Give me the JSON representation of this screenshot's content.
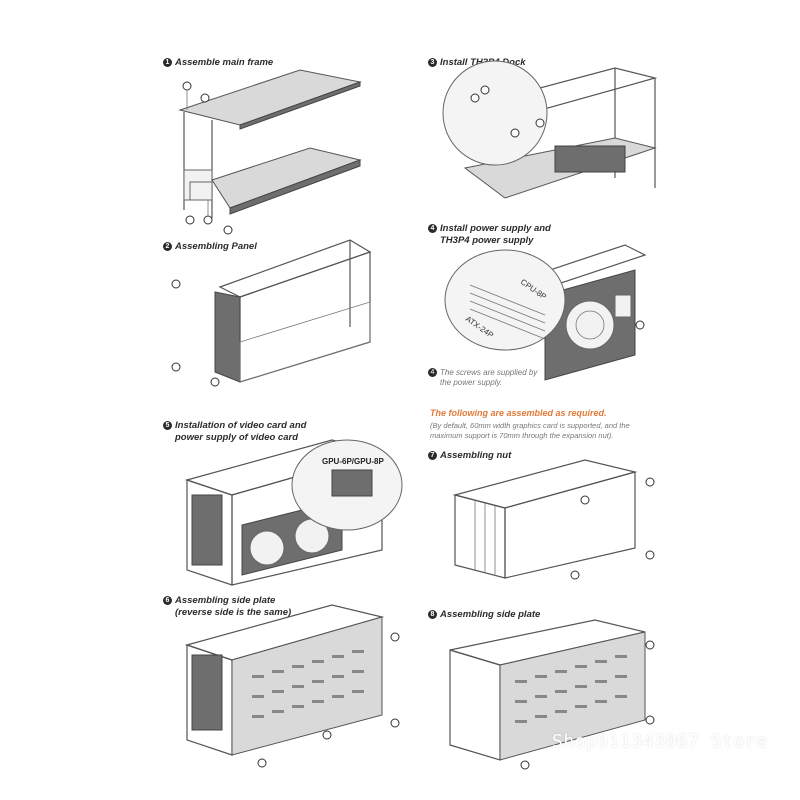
{
  "steps": [
    {
      "num": "1",
      "title": "Assemble main frame"
    },
    {
      "num": "3",
      "title": "Install TH3P4 Dock"
    },
    {
      "num": "2",
      "title": "Assembling Panel"
    },
    {
      "num": "4",
      "title": "Install power supply and",
      "title2": "TH3P4 power supply"
    },
    {
      "num": "5",
      "title": "Installation of video card and",
      "title2": "power supply of video card"
    },
    {
      "num": "7",
      "title": "Assembling nut"
    },
    {
      "num": "6",
      "title": "Assembling side plate",
      "title2": "(reverse side is the same)"
    },
    {
      "num": "8",
      "title": "Assembling side plate"
    }
  ],
  "psu_labels": {
    "cpu": "CPU-8P",
    "atx": "ATX-24P"
  },
  "psu_note": {
    "line1": "The screws are supplied by",
    "line2": "the power supply."
  },
  "gpu_label": "GPU-6P/GPU-8P",
  "optional": {
    "heading": "The following are assembled as required.",
    "line1": "(By default, 60mm width graphics card is supported, and the",
    "line2": "maximum support is 70mm through the expansion nut)."
  },
  "watermark": "Shop911343067 Store"
}
